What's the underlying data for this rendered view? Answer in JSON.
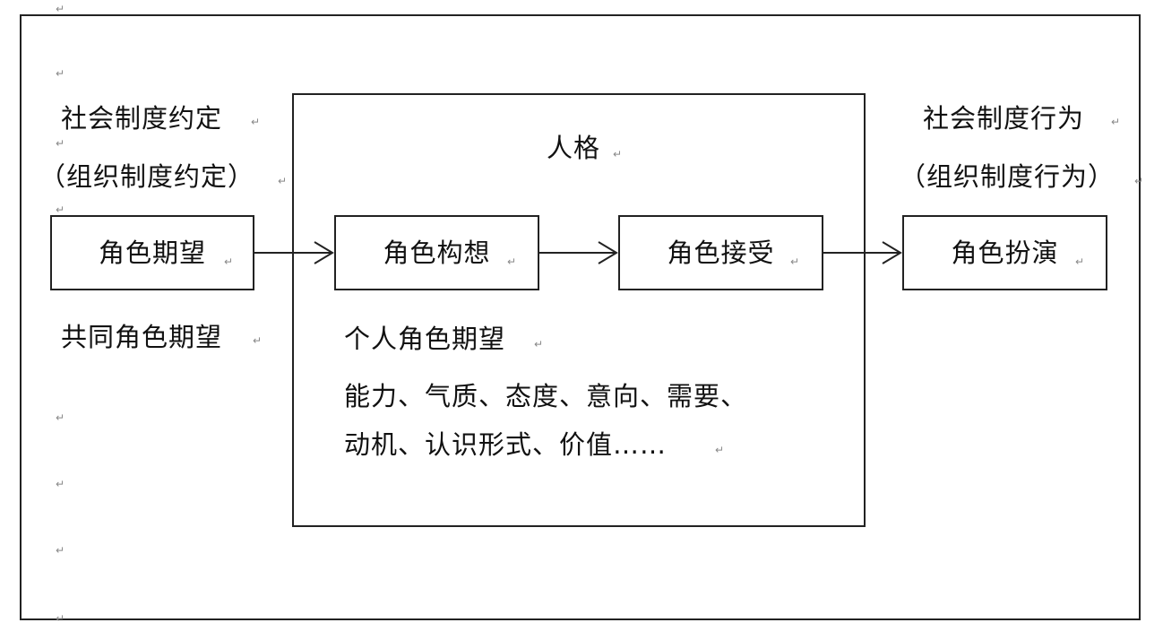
{
  "left": {
    "norm_title": "社会制度约定",
    "norm_sub": "（组织制度约定）",
    "box_label": "角色期望",
    "below_label": "共同角色期望"
  },
  "center": {
    "title": "人格",
    "box1_label": "角色构想",
    "box2_label": "角色接受",
    "personal_label": "个人角色期望",
    "traits_line1": "能力、气质、态度、意向、需要、",
    "traits_line2": "动机、认识形式、价值……"
  },
  "right": {
    "norm_title": "社会制度行为",
    "norm_sub": "（组织制度行为）",
    "box_label": "角色扮演"
  },
  "paragraph_mark": "↵"
}
